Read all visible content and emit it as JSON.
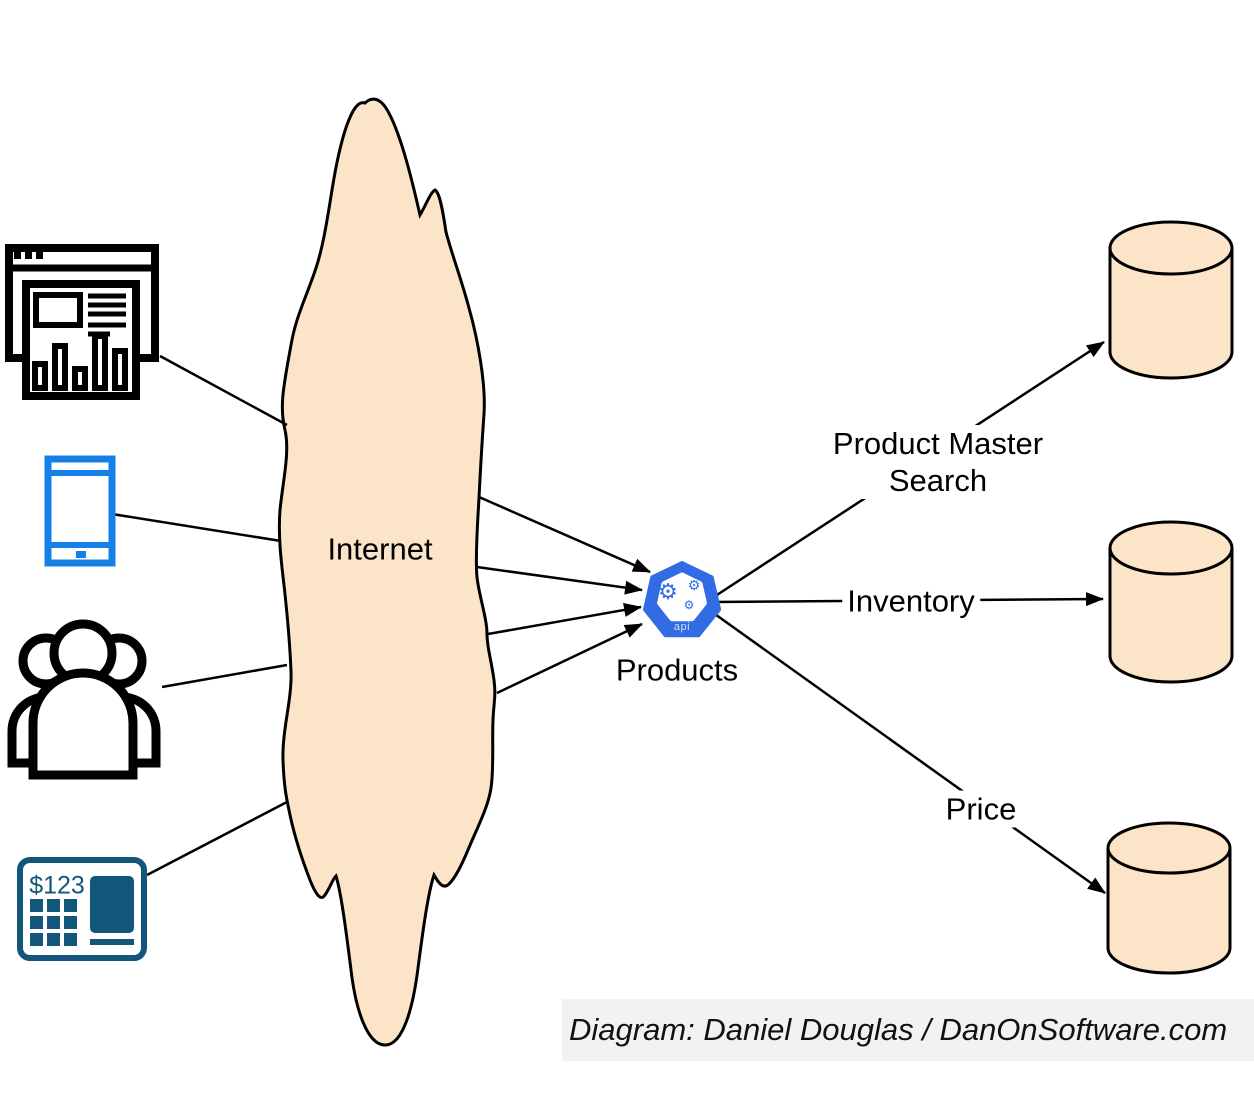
{
  "cloud": {
    "label": "Internet"
  },
  "api": {
    "label": "Products",
    "badge": "api",
    "gear_glyph": "⚙"
  },
  "flows": {
    "product_master_search": "Product Master\nSearch",
    "inventory": "Inventory",
    "price": "Price"
  },
  "pos": {
    "display": "$123"
  },
  "attribution": "Diagram: Daniel Douglas / DanOnSoftware.com",
  "colors": {
    "cloud_fill": "#fce4c9",
    "database_fill": "#fce4c9",
    "outline": "#000000",
    "phone_blue": "#1780e8",
    "pos_teal": "#12577a",
    "api_blue": "#326ce5",
    "attribution_bg": "#f2f2f2",
    "label_text": "#000000"
  },
  "icons": {
    "browser_dashboard": "svg-shape",
    "smartphone": "svg-shape",
    "users_group": "svg-shape",
    "pos_terminal": "svg-shape",
    "api_heptagon": "svg-shape",
    "database_cylinder": "svg-shape",
    "gear": "⚙"
  }
}
